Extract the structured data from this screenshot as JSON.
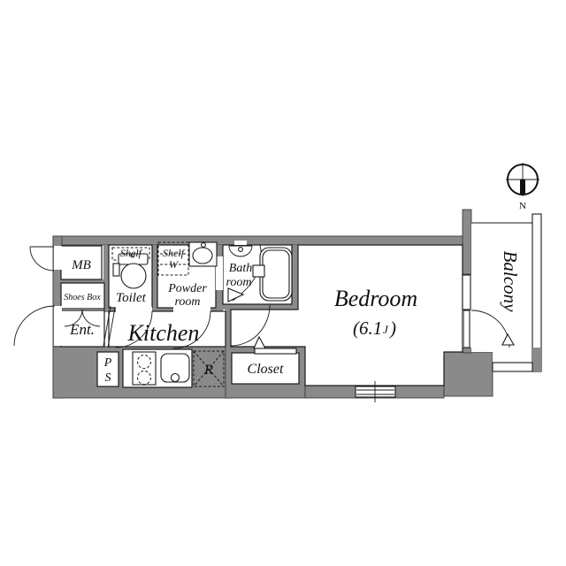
{
  "floorplan": {
    "colors": {
      "wall_gray": "#8a8a8a",
      "line_black": "#1a1a1a",
      "floor_white": "#ffffff"
    },
    "compass": {
      "label": "N"
    },
    "rooms": {
      "mb": "MB",
      "shoes_box": "Shoes Box",
      "entrance": "Ent.",
      "toilet": "Toilet",
      "toilet_shelf": "Shelf",
      "powder_shelf_line1": "Shelf",
      "powder_shelf_line2": "W",
      "powder_line1": "Powder",
      "powder_line2": "room",
      "bath_line1": "Bath",
      "bath_line2": "room",
      "kitchen": "Kitchen",
      "pipe_space_line1": "P",
      "pipe_space_line2": "S",
      "refrigerator": "R",
      "closet": "Closet",
      "bedroom": "Bedroom",
      "bedroom_size_prefix": "(6.1",
      "bedroom_size_unit": "J",
      "bedroom_size_suffix": ")",
      "balcony": "Balcony"
    }
  }
}
